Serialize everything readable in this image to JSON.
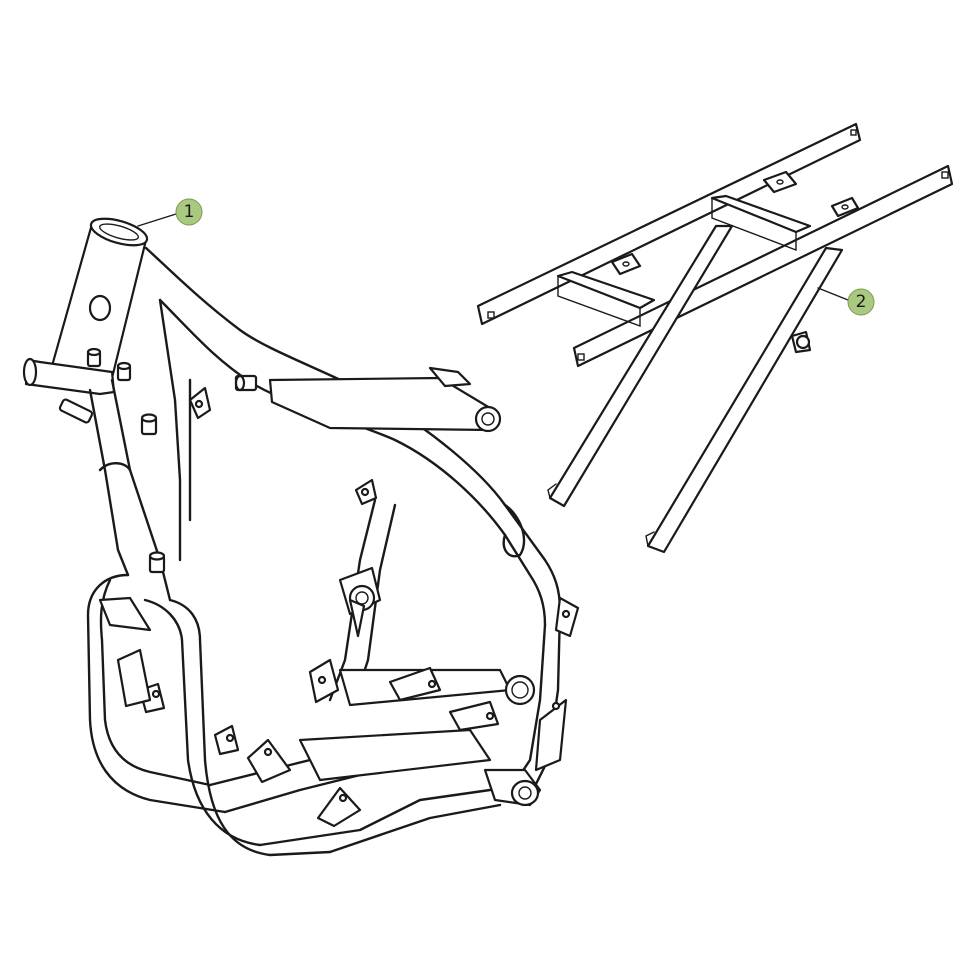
{
  "diagram": {
    "parts": [
      {
        "id": "main-frame",
        "callout": "1"
      },
      {
        "id": "rear-subframe",
        "callout": "2"
      }
    ]
  },
  "colors": {
    "callout_fill": "#a8c97f",
    "line": "#1a1a1a",
    "background": "#ffffff"
  }
}
